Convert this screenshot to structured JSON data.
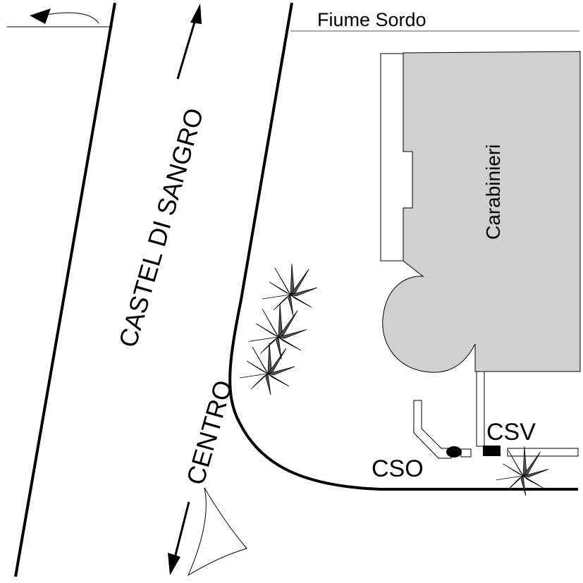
{
  "map": {
    "labels": {
      "river": "Fiume Sordo",
      "road_north": "CASTEL DI SANGRO",
      "road_south": "CENTRO",
      "building": "Carabinieri",
      "point_cso": "CSO",
      "point_csv": "CSV"
    },
    "colors": {
      "building_fill": "#d0d0d0",
      "plant_fill": "#555555",
      "line": "#000000",
      "background": "#ffffff"
    },
    "icons": [
      "arrow-left-icon",
      "double-arrow-icon",
      "plant-icon",
      "circle-marker-icon",
      "square-marker-icon",
      "triangle-pennant-icon"
    ]
  }
}
